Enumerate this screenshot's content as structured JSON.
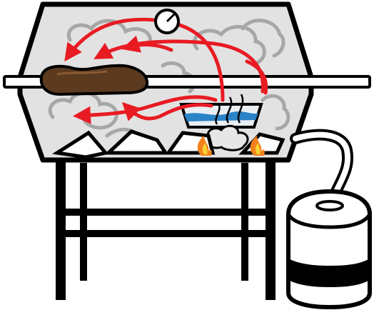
{
  "diagram": {
    "colors": {
      "outline": "#000000",
      "grill_interior": "#e2e2e2",
      "smoke": "#a7a7a7",
      "heat_arrow": "#e81b23",
      "meat": "#5b3a1f",
      "meat_highlight": "#8a5a33",
      "water": "#2a83c7",
      "pan": "#e9eef3",
      "flame_outer": "#f2811d",
      "flame_inner": "#f7d234",
      "wood_chunk": "#e6e6e6",
      "wood_smoke": "#ffffff",
      "background": "#ffffff"
    },
    "icons": {
      "thermometer": "thermometer-icon",
      "meat": "meat-icon",
      "water_pan": "water-pan-icon",
      "wood_chips": "wood-chips-icon",
      "charcoal": "charcoal-icon",
      "flame": "flame-icon",
      "propane_tank": "propane-tank-icon",
      "gas_hose": "gas-hose-icon",
      "heat_arrows": "heat-flow-arrow-icon",
      "smoke": "smoke-icon"
    },
    "heat_flow_arrow_count": 6,
    "flame_count": 2,
    "charcoal_pieces": 4
  }
}
